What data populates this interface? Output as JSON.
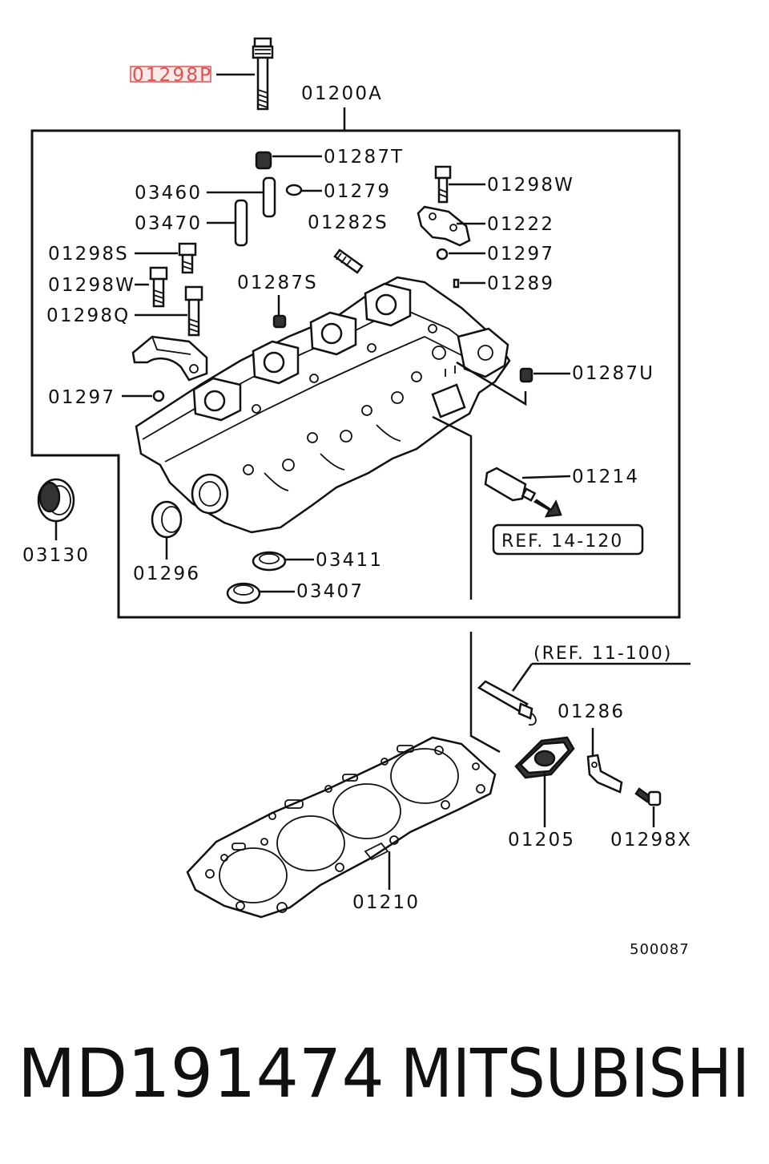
{
  "labels": {
    "p01298P": "01298P",
    "p01200A": "01200A",
    "p01287T": "01287T",
    "p03460": "03460",
    "p01279": "01279",
    "p01298W_top": "01298W",
    "p03470": "03470",
    "p01282S": "01282S",
    "p01222": "01222",
    "p01298S": "01298S",
    "p01297_top": "01297",
    "p01298W_left": "01298W",
    "p01287S": "01287S",
    "p01289": "01289",
    "p01298Q": "01298Q",
    "p01287U": "01287U",
    "p01297_left": "01297",
    "p01214": "01214",
    "p03130": "03130",
    "p03411": "03411",
    "p01296": "01296",
    "p03407": "03407",
    "p01286": "01286",
    "p01205": "01205",
    "p01298X": "01298X",
    "p01210": "01210"
  },
  "references": {
    "ref_14_120": "REF. 14-120",
    "ref_11_100": "(REF. 11-100)"
  },
  "diagram_code": "500087",
  "part_number": "MD191474",
  "brand": "MITSUBISHI",
  "colors": {
    "ink": "#111111",
    "highlight": "#e05050",
    "highlight_fill": "#fde8e8"
  }
}
